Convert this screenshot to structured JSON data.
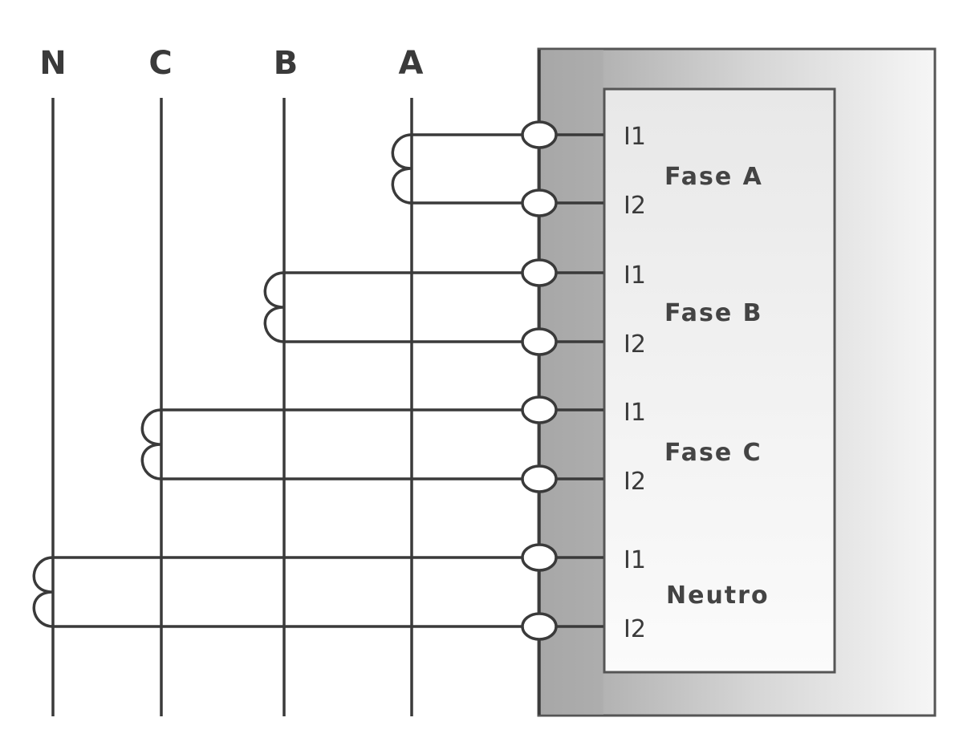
{
  "diagram": {
    "title": "",
    "lines": [
      {
        "id": "N",
        "label": "N"
      },
      {
        "id": "C",
        "label": "C"
      },
      {
        "id": "B",
        "label": "B"
      },
      {
        "id": "A",
        "label": "A"
      }
    ],
    "meter": {
      "groups": [
        {
          "name": "Fase A",
          "line": "A",
          "terminals": [
            "I1",
            "I2"
          ]
        },
        {
          "name": "Fase B",
          "line": "B",
          "terminals": [
            "I1",
            "I2"
          ]
        },
        {
          "name": "Fase C",
          "line": "C",
          "terminals": [
            "I1",
            "I2"
          ]
        },
        {
          "name": "Neutro",
          "line": "N",
          "terminals": [
            "I1",
            "I2"
          ]
        }
      ]
    },
    "colors": {
      "line": "#3a3a3a",
      "outer_box_dark": "#a8a8a8",
      "outer_box_light": "#f2f2f2",
      "inner_box": "#eeeeee"
    }
  }
}
